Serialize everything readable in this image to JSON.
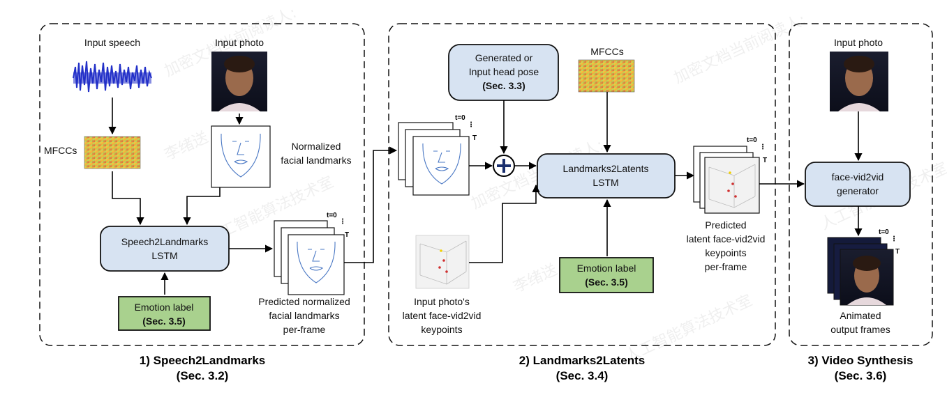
{
  "panel1": {
    "caption_line1": "1) Speech2Landmarks",
    "caption_line2": "(Sec. 3.2)",
    "input_speech_label": "Input speech",
    "input_photo_label": "Input photo",
    "mfccs_label": "MFCCs",
    "normalized_landmarks_line1": "Normalized",
    "normalized_landmarks_line2": "facial landmarks",
    "lstm_line1": "Speech2Landmarks",
    "lstm_line2": "LSTM",
    "emotion_line1": "Emotion label",
    "emotion_line2": "(Sec. 3.5)",
    "stack_t0": "t=0",
    "stack_T": "T",
    "predicted_line1": "Predicted normalized",
    "predicted_line2": "facial landmarks",
    "predicted_line3": "per-frame"
  },
  "panel2": {
    "caption_line1": "2) Landmarks2Latents",
    "caption_line2": "(Sec. 3.4)",
    "head_pose_line1": "Generated or",
    "head_pose_line2": "Input head pose",
    "head_pose_line3": "(Sec. 3.3)",
    "mfccs_label": "MFCCs",
    "stack_t0": "t=0",
    "stack_T": "T",
    "lstm_line1": "Landmarks2Latents",
    "lstm_line2": "LSTM",
    "emotion_line1": "Emotion label",
    "emotion_line2": "(Sec. 3.5)",
    "keypoints_line1": "Input photo's",
    "keypoints_line2": "latent face-vid2vid",
    "keypoints_line3": "keypoints",
    "out_t0": "t=0",
    "out_T": "T",
    "predicted_line1": "Predicted",
    "predicted_line2": "latent face-vid2vid",
    "predicted_line3": "keypoints",
    "predicted_line4": "per-frame"
  },
  "panel3": {
    "caption_line1": "3) Video Synthesis",
    "caption_line2": "(Sec. 3.6)",
    "input_photo_label": "Input photo",
    "generator_line1": "face-vid2vid",
    "generator_line2": "generator",
    "stack_t0": "t=0",
    "stack_T": "T",
    "animated_line1": "Animated",
    "animated_line2": "output frames"
  },
  "watermark": {
    "text1": "加密文档当前阅读人:",
    "text2": "李绪送",
    "text3": "人工智能算法技术室"
  },
  "colors": {
    "lstm_box": "#d7e3f2",
    "emotion_box": "#a9d18e",
    "landmark_line": "#4a78c4",
    "waveform": "#2230c8"
  }
}
